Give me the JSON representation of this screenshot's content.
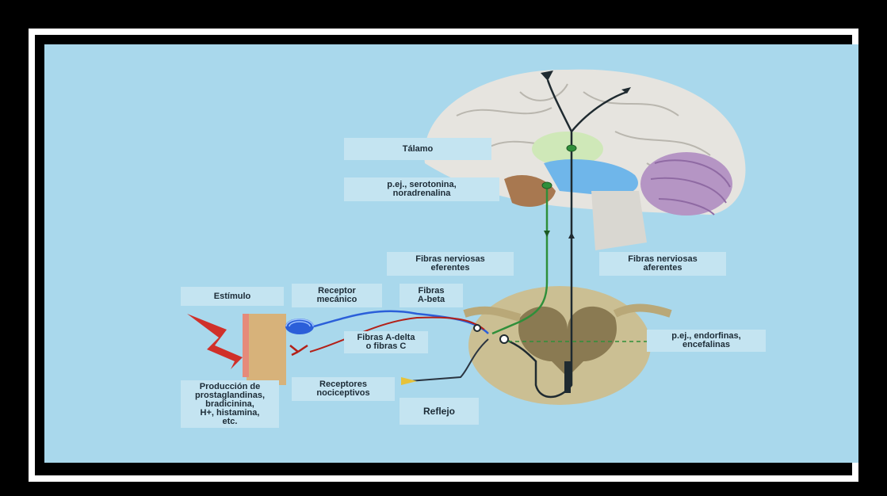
{
  "labels": {
    "talamo": "Tálamo",
    "neurotransmitters": "p.ej., serotonina,\nnoradrenalina",
    "efferent": "Fibras nerviosas\neferentes",
    "afferent": "Fibras nerviosas\naferentes",
    "stimulus": "Estímulo",
    "mech_receptor": "Receptor\nmecánico",
    "abeta": "Fibras\nA-beta",
    "adelta": "Fibras A-delta\no fibras C",
    "endorphins": "p.ej., endorfinas,\nencefalinas",
    "nociceptors": "Receptores\nnociceptivos",
    "production": "Producción de\nprostaglandinas,\nbradicinina,\nH+, histamina,\netc.",
    "reflex": "Reflejo"
  },
  "colors": {
    "panel_bg": "#a9d8ec",
    "label_bg": "#c4e4f1",
    "green_fiber": "#2f8f3a",
    "dark_fiber": "#1f2a30",
    "blue_fiber": "#2b5fd9",
    "red_fiber": "#b32018"
  }
}
